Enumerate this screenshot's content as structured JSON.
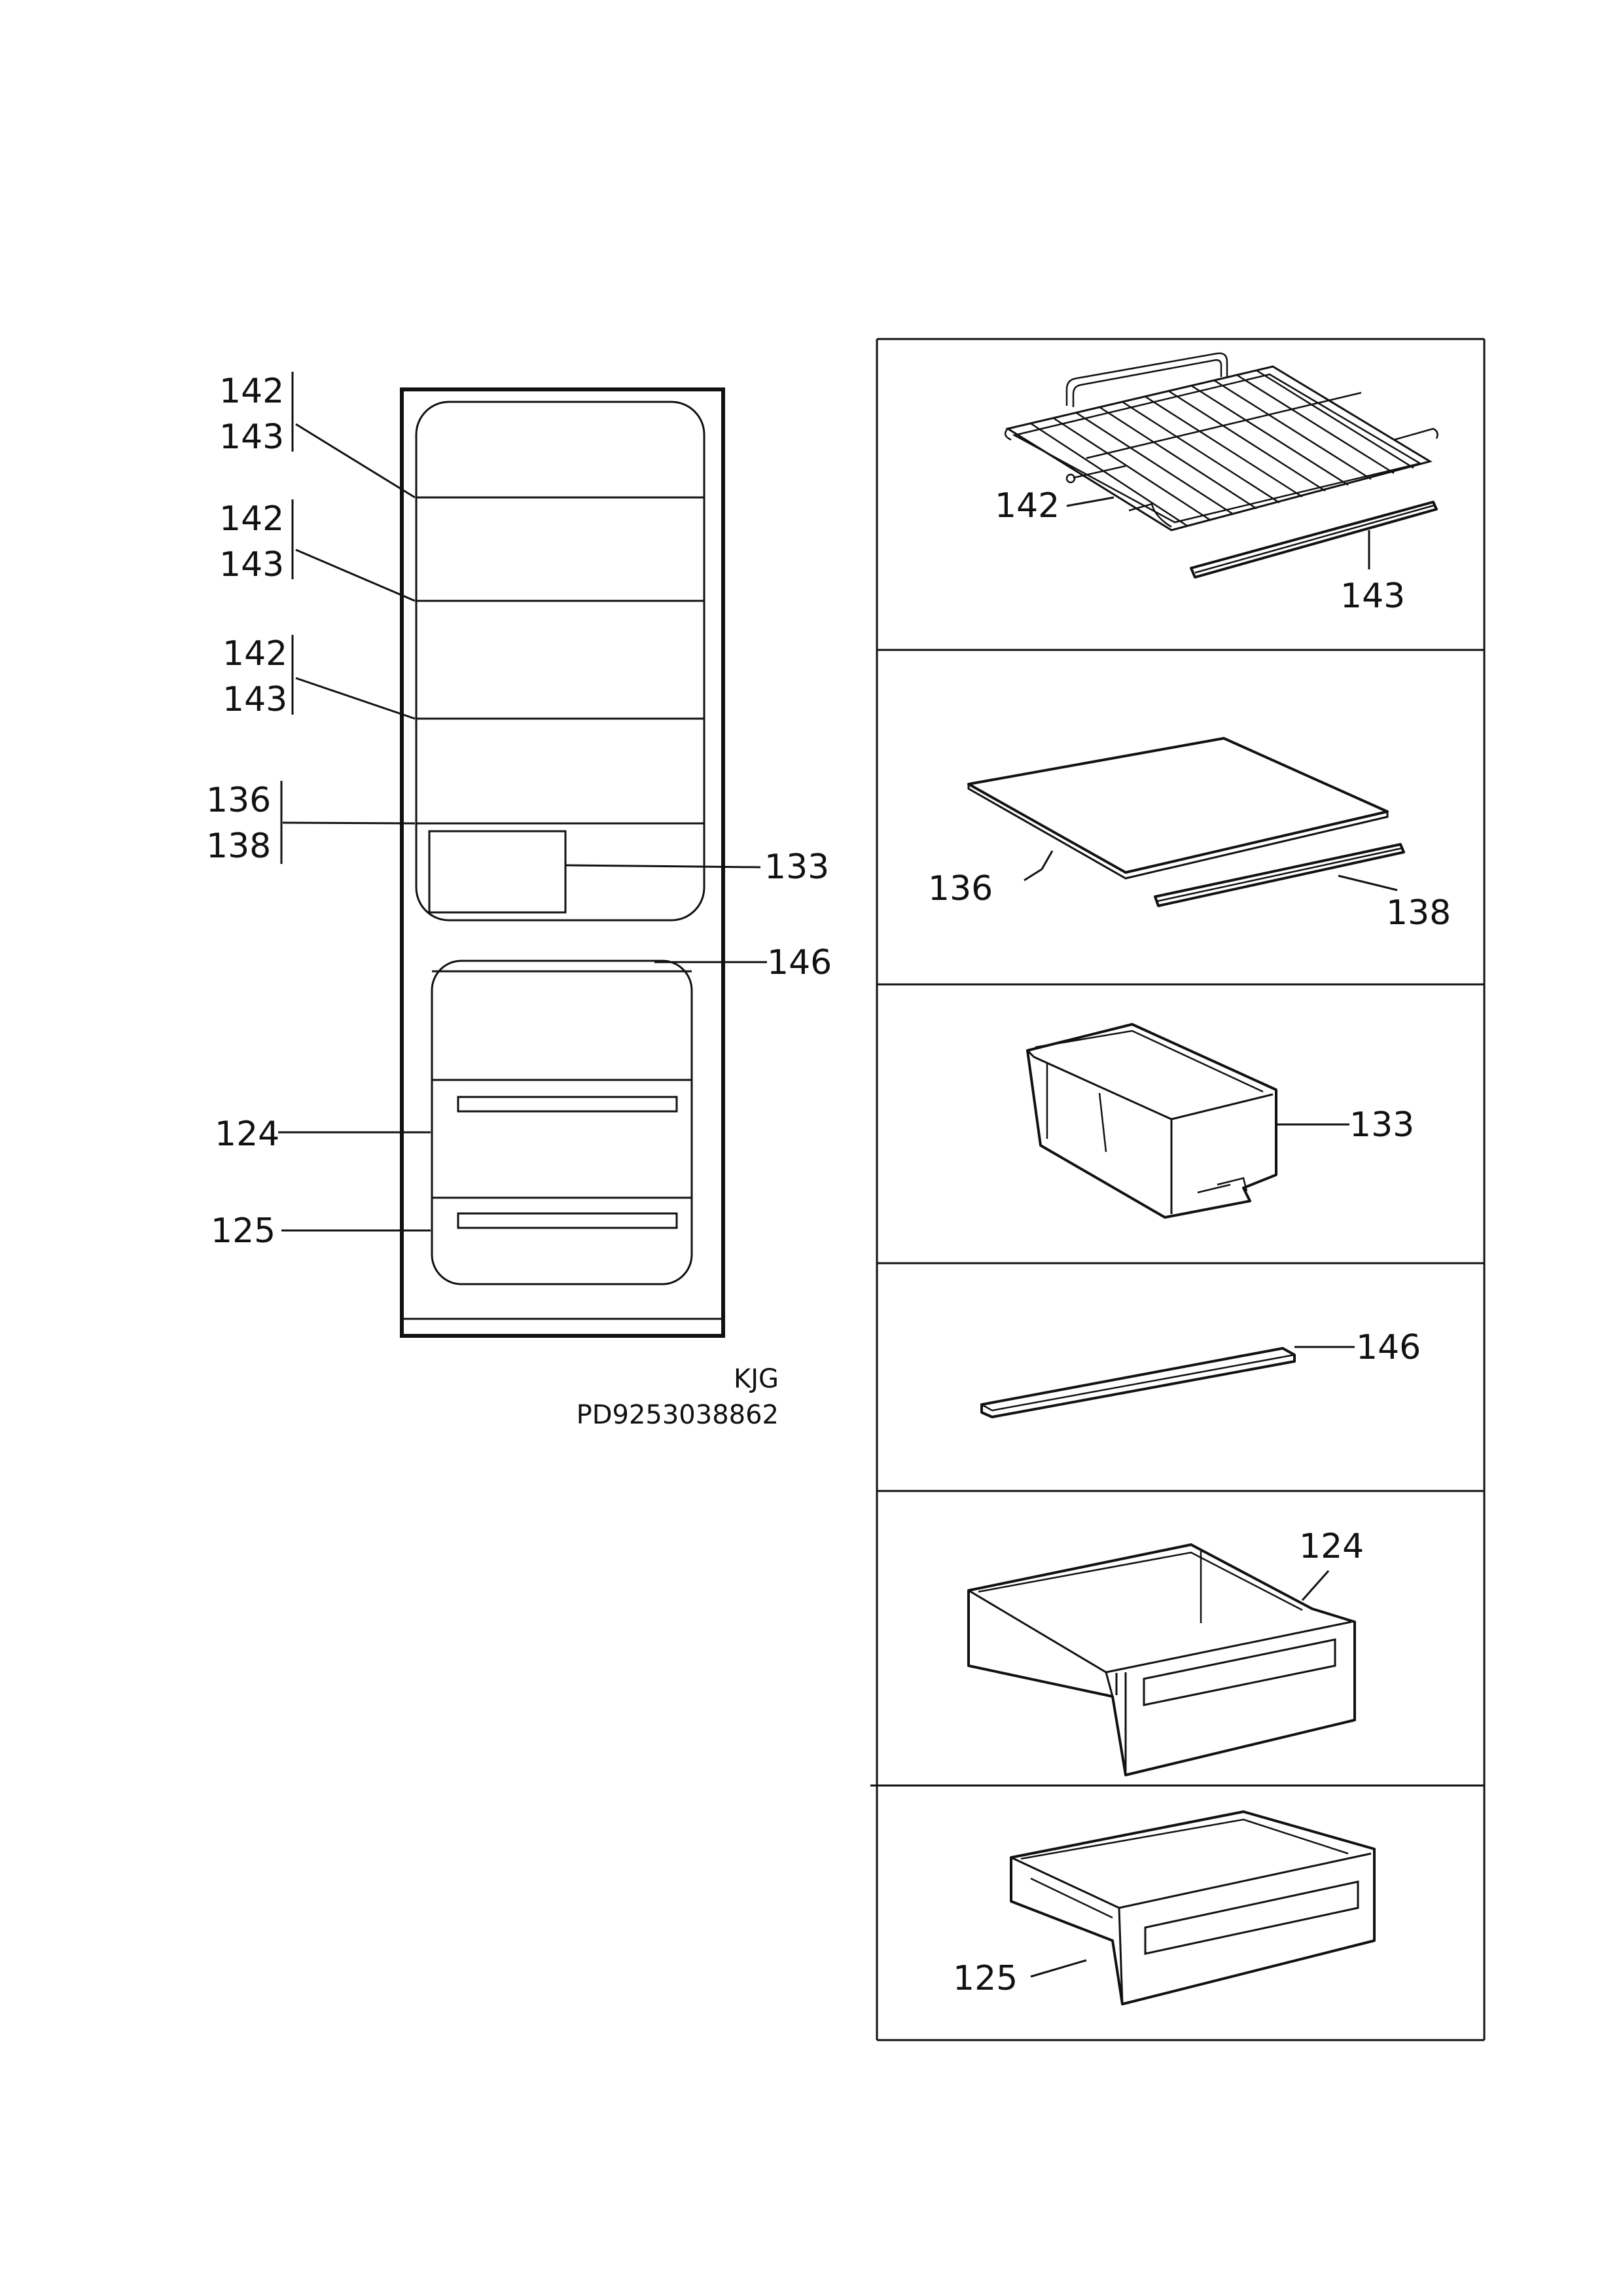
{
  "fridge_labels": {
    "shelf1_a": "142",
    "shelf1_b": "143",
    "shelf2_a": "142",
    "shelf2_b": "143",
    "shelf3_a": "142",
    "shelf3_b": "143",
    "glass_a": "136",
    "glass_b": "138",
    "box": "133",
    "divider": "146",
    "drawer_upper": "124",
    "drawer_lower": "125"
  },
  "meta": {
    "line1": "KJG",
    "line2": "PD9253038862"
  },
  "panels": {
    "p1_a": "142",
    "p1_b": "143",
    "p2_a": "136",
    "p2_b": "138",
    "p3": "133",
    "p4": "146",
    "p5": "124",
    "p6": "125"
  }
}
